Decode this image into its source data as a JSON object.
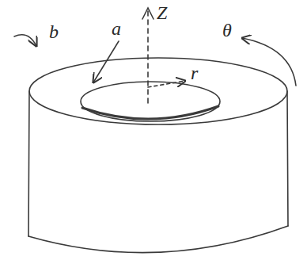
{
  "diagram": {
    "labels": [
      "Z",
      "a",
      "b",
      "θ",
      "r"
    ]
  }
}
